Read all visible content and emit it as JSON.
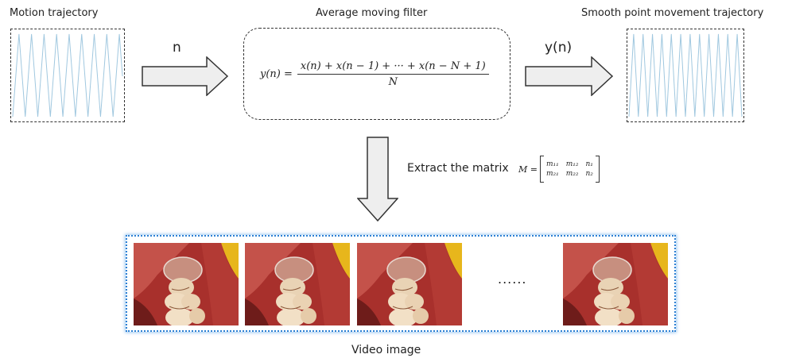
{
  "labels": {
    "motion_trajectory": "Motion trajectory",
    "average_filter": "Average moving filter",
    "smooth_trajectory": "Smooth point movement trajectory",
    "input_var": "n",
    "output_var": "y(n)",
    "extract_matrix": "Extract the matrix",
    "video_image": "Video image",
    "ellipsis": "......"
  },
  "formula": {
    "lhs": "y(n) =",
    "numerator": "x(n) + x(n − 1) + ··· + x(n − N + 1)",
    "denominator": "N"
  },
  "matrix": {
    "lhs": "M =",
    "cells": [
      "m₁₁",
      "m₁₂",
      "n₁",
      "m₂₁",
      "m₂₂",
      "n₂"
    ]
  },
  "colors": {
    "trajectory_line": "#9fc7df",
    "strip_border": "#2b7fd4",
    "arrow_fill": "#eeeeee"
  },
  "icons": {
    "arrow": "block-arrow",
    "frame": "dental-frame"
  }
}
